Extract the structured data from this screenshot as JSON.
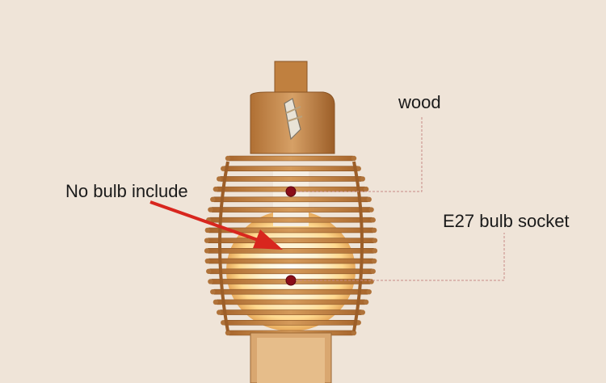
{
  "annotations": {
    "wood": "wood",
    "socket": "E27 bulb socket",
    "bulb": "No bulb include"
  },
  "colors": {
    "background": "#efe4d8",
    "wood": "#c98a4a",
    "arrow": "#d8261e",
    "glow": "#fff6d8",
    "marker": "#8a0e1a"
  }
}
